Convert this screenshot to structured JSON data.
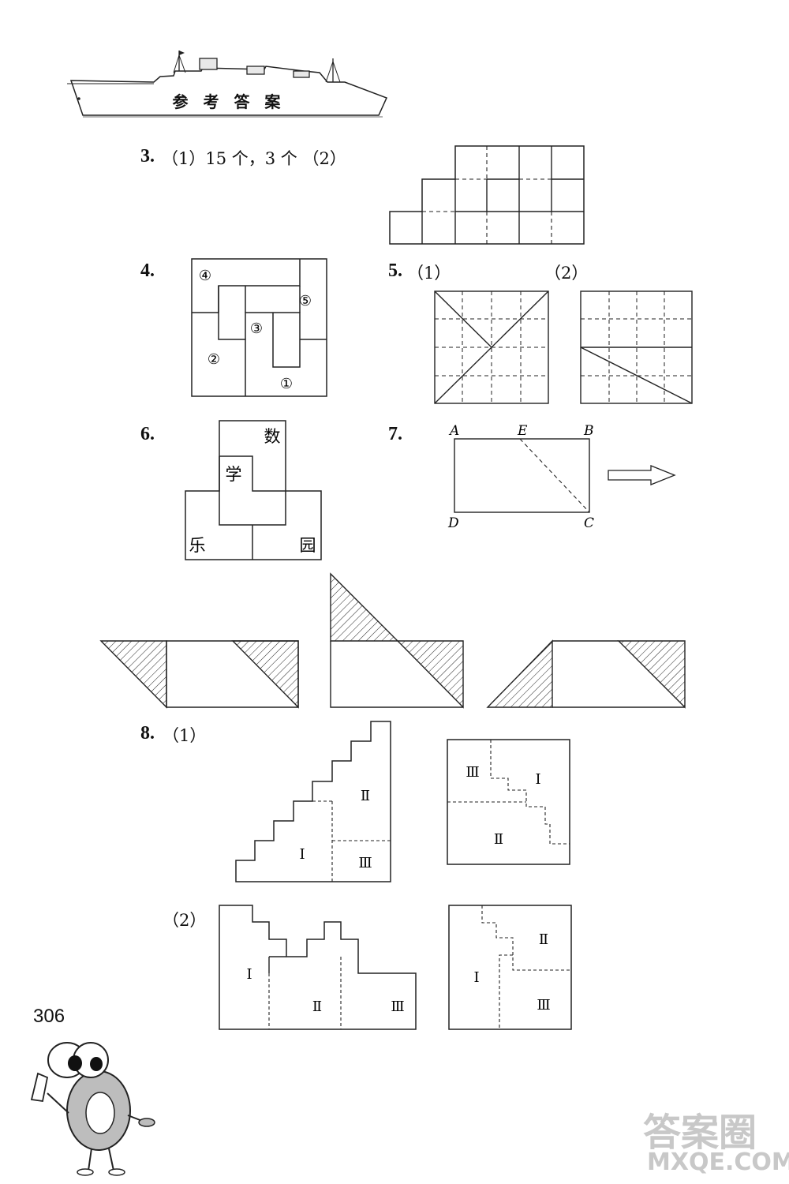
{
  "header": {
    "title": "参 考 答 案"
  },
  "q3": {
    "num": "3.",
    "text": "（1）15 个，3 个 （2）"
  },
  "q4": {
    "num": "4.",
    "labels": [
      "④",
      "⑤",
      "③",
      "②",
      "①"
    ]
  },
  "q5": {
    "num": "5.",
    "part1": "（1）",
    "part2": "（2）"
  },
  "q6": {
    "num": "6.",
    "labels": [
      "数",
      "学",
      "乐",
      "园"
    ]
  },
  "q7": {
    "num": "7.",
    "labels": [
      "A",
      "E",
      "B",
      "D",
      "C"
    ]
  },
  "q8": {
    "num": "8.",
    "part1": "（1）",
    "part2": "（2）",
    "pieces": [
      "Ⅰ",
      "Ⅱ",
      "Ⅲ"
    ]
  },
  "page_number": "306",
  "watermark": {
    "logo": "答案圈",
    "url": "MXQE.COM"
  }
}
